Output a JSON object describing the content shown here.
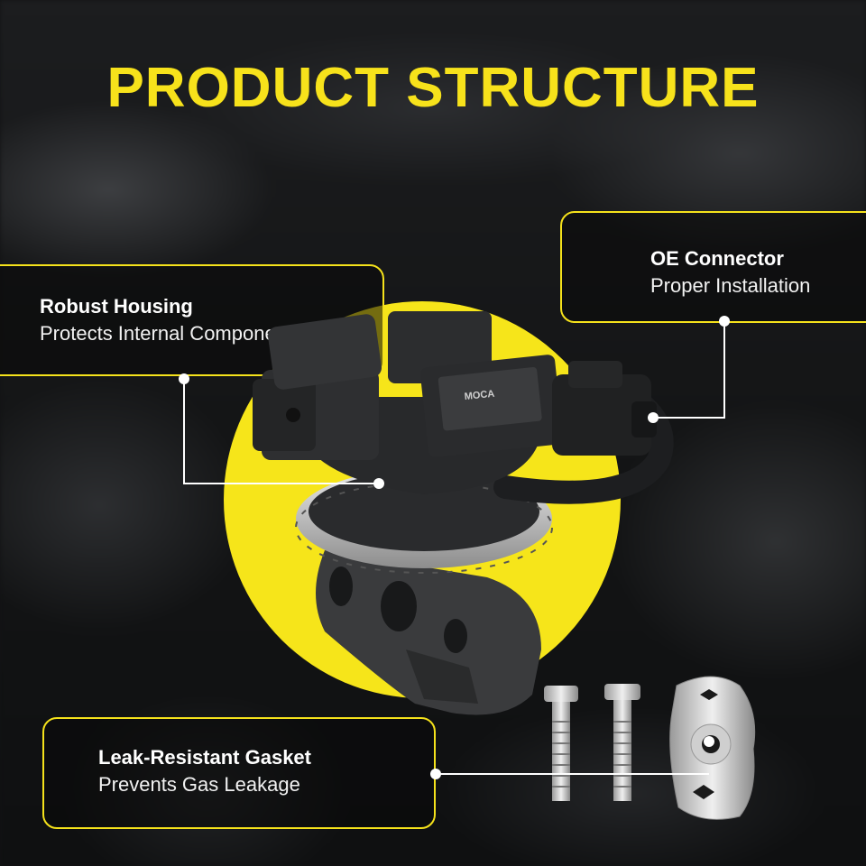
{
  "title": "PRODUCT STRUCTURE",
  "colors": {
    "accent": "#f6e51a",
    "background": "#141516"
  },
  "callouts": [
    {
      "heading": "Robust Housing",
      "text": "Protects Internal Components"
    },
    {
      "heading": "OE Connector",
      "text": "Proper Installation"
    },
    {
      "heading": "Leak-Resistant Gasket",
      "text": "Prevents Gas Leakage"
    }
  ],
  "product": {
    "brand_mark": "MOCA"
  }
}
